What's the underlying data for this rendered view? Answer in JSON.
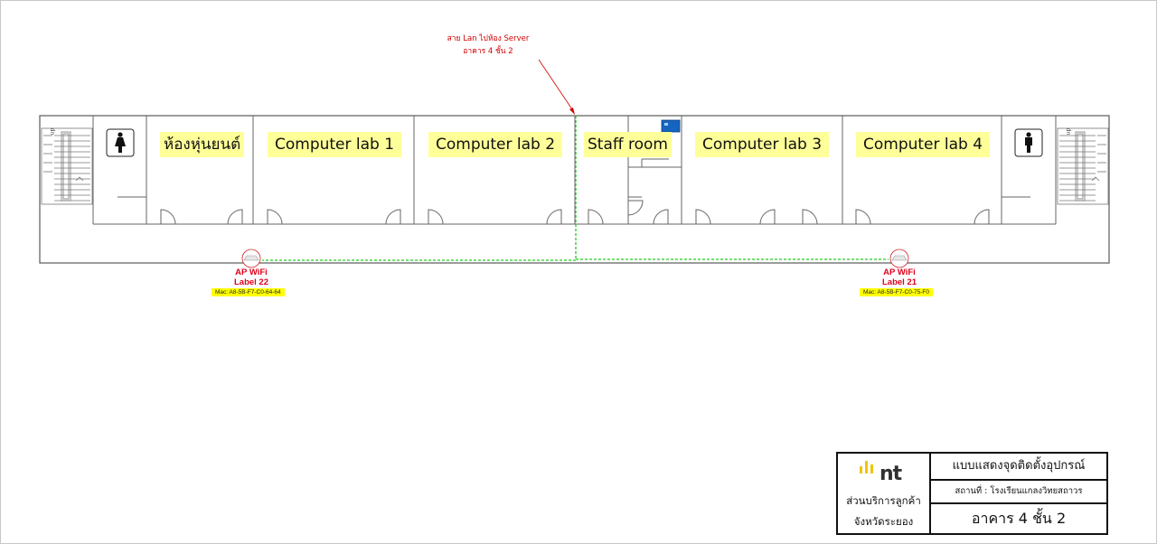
{
  "rooms": {
    "robot": "ห้องหุ่นยนต์",
    "lab1": "Computer lab 1",
    "lab2": "Computer lab 2",
    "staff": "Staff room",
    "lab3": "Computer lab 3",
    "lab4": "Computer lab 4"
  },
  "stairs": {
    "up_label": "up"
  },
  "access_points": [
    {
      "title": "AP WiFi",
      "label": "Label 22",
      "mac": "Mac: A8-5B-F7-C0-64-64"
    },
    {
      "title": "AP WiFi",
      "label": "Label 21",
      "mac": "Mac: A8-5B-F7-C0-75-F0"
    }
  ],
  "lan_note": {
    "line1": "สาย Lan ไปห้อง Server",
    "line2": "อาคาร 4 ชั้น 2"
  },
  "title_block": {
    "logo_text": "nt",
    "department_line1": "ส่วนบริการลูกค้า",
    "department_line2": "จังหวัดระยอง",
    "heading": "แบบแสดงจุดติดตั้งอุปกรณ์",
    "location": "สถานที่ : โรงเรียนแกลงวิทยสถาวร",
    "building": "อาคาร 4 ชั้น 2"
  },
  "colors": {
    "wall": "#666666",
    "room_label_bg": "#ffff99",
    "cable": "#22cc22",
    "ap_text": "#e0001b",
    "mac_bg": "#ffff00",
    "switch": "#1565c0",
    "logo_accent": "#f2c500"
  },
  "icons": [
    "female-restroom-icon",
    "male-restroom-icon",
    "staircase-icon",
    "access-point-icon",
    "network-switch-icon"
  ]
}
